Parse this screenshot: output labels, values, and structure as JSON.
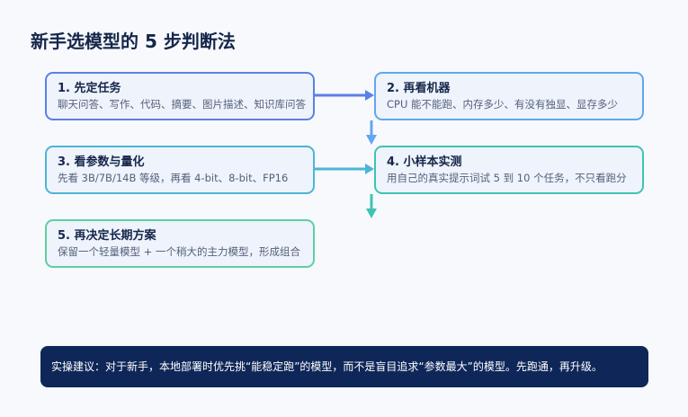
{
  "title": "新手选模型的 5 步判断法",
  "steps": [
    {
      "title": "1. 先定任务",
      "desc": "聊天问答、写作、代码、摘要、图片描述、知识库问答",
      "color": "#5b80e6"
    },
    {
      "title": "2. 再看机器",
      "desc": "CPU 能不能跑、内存多少、有没有独显、显存多少",
      "color": "#62a6ef"
    },
    {
      "title": "3. 看参数与量化",
      "desc": "先看 3B/7B/14B 等级，再看 4-bit、8-bit、FP16",
      "color": "#4cb5d6"
    },
    {
      "title": "4. 小样本实测",
      "desc": "用自己的真实提示词试 5 到 10 个任务，不只看跑分",
      "color": "#3fc3b2"
    },
    {
      "title": "5. 再决定长期方案",
      "desc": "保留一个轻量模型 + 一个稍大的主力模型，形成组合",
      "color": "#5dd0a0"
    }
  ],
  "tip": "实操建议：对于新手，本地部署时优先挑“能稳定跑”的模型，而不是盲目追求“参数最大”的模型。先跑通，再升级。"
}
